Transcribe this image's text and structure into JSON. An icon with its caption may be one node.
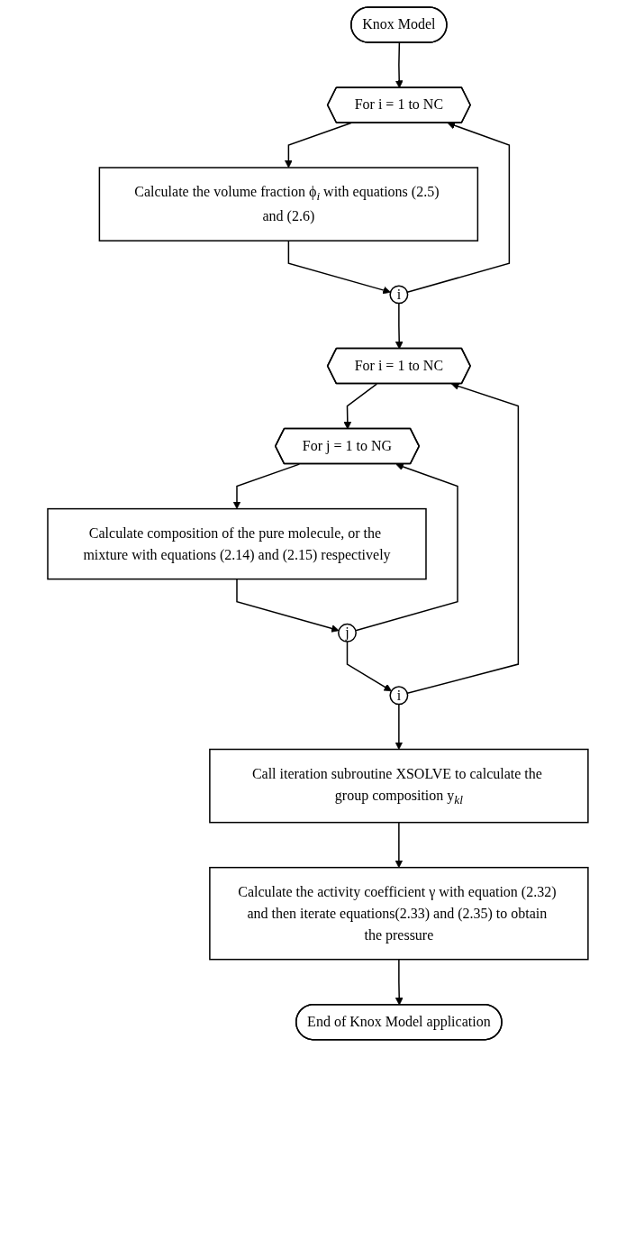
{
  "diagram": {
    "nodes": [
      {
        "text": [
          "Knox Model"
        ]
      },
      {
        "text": [
          "For i = 1 to NC"
        ]
      },
      {
        "text": [
          "Calculate the volume fraction ϕ$_{i}$ with equations (2.5) and (2.6)"
        ]
      },
      {
        "text": [
          "i"
        ]
      },
      {
        "text": [
          "For i = 1 to NC"
        ]
      },
      {
        "text": [
          "For j = 1 to NG"
        ]
      },
      {
        "text": [
          "Calculate composition of the pure molecule, or the mixture with equations (2.14) and (2.15) respectively"
        ]
      },
      {
        "text": [
          "j"
        ]
      },
      {
        "text": [
          "i"
        ]
      },
      {
        "text": [
          "Call iteration subroutine XSOLVE to calculate the group composition y$_{kl}$"
        ]
      },
      {
        "text": [
          "Calculate the activity coefficient γ with equation (2.32) and then iterate equations(2.33) and (2.35) to obtain the pressure"
        ]
      },
      {
        "text": [
          "End of Knox Model application"
        ]
      }
    ],
    "edges": [
      {
        "from": 0,
        "to": 1,
        "arrow": "to"
      },
      {
        "from": 1,
        "to": 2,
        "arrow": "to"
      },
      {
        "from": 2,
        "to": 3,
        "arrow": "to"
      },
      {
        "from": 3,
        "to": 1,
        "arrow": "to"
      },
      {
        "from": 3,
        "to": 4,
        "arrow": "to"
      },
      {
        "from": 4,
        "to": 5,
        "arrow": "to"
      },
      {
        "from": 5,
        "to": 6,
        "arrow": "to"
      },
      {
        "from": 6,
        "to": 7,
        "arrow": "to"
      },
      {
        "from": 7,
        "to": 5,
        "arrow": "to"
      },
      {
        "from": 7,
        "to": 8,
        "arrow": "to"
      },
      {
        "from": 8,
        "to": 4,
        "arrow": "to"
      },
      {
        "from": 8,
        "to": 9,
        "arrow": "to"
      },
      {
        "from": 9,
        "to": 10,
        "arrow": "to"
      },
      {
        "from": 10,
        "to": 11,
        "arrow": "to"
      }
    ]
  }
}
